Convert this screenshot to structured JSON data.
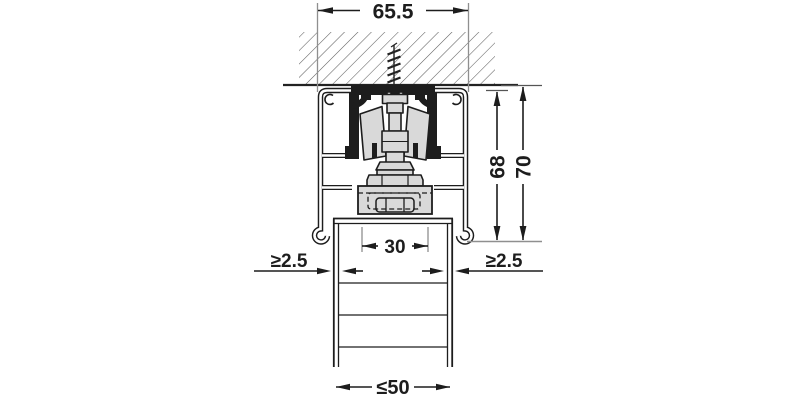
{
  "labels": {
    "overall_width": "65.5",
    "track_height": "68",
    "height_with_ceiling": "70",
    "bracket_width": "30",
    "clearance_left": "≥2.5",
    "clearance_right": "≥2.5",
    "max_door_thickness": "≤50"
  },
  "colors": {
    "line": "#1d1d1d",
    "extension_line": "#8f8f8f",
    "hatch": "#5f5f5f",
    "fill_gray": "#d9d9d9",
    "background": "#ffffff"
  }
}
